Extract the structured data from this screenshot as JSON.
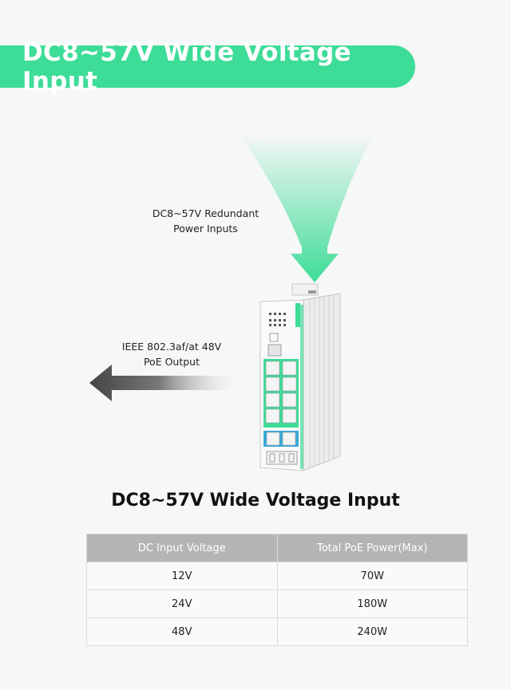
{
  "banner": {
    "title": "DC8~57V Wide Voltage Input"
  },
  "diagram": {
    "power_input_label_line1": "DC8~57V Redundant",
    "power_input_label_line2": "Power Inputs",
    "poe_output_label_line1": "IEEE 802.3af/at 48V",
    "poe_output_label_line2": "PoE Output",
    "accent_color": "#3ddc97",
    "arrow_color": "#4a4a4a"
  },
  "spec": {
    "title": "DC8~57V Wide Voltage Input",
    "headers": [
      "DC Input Voltage",
      "Total PoE Power(Max)"
    ],
    "rows": [
      [
        "12V",
        "70W"
      ],
      [
        "24V",
        "180W"
      ],
      [
        "48V",
        "240W"
      ]
    ]
  }
}
